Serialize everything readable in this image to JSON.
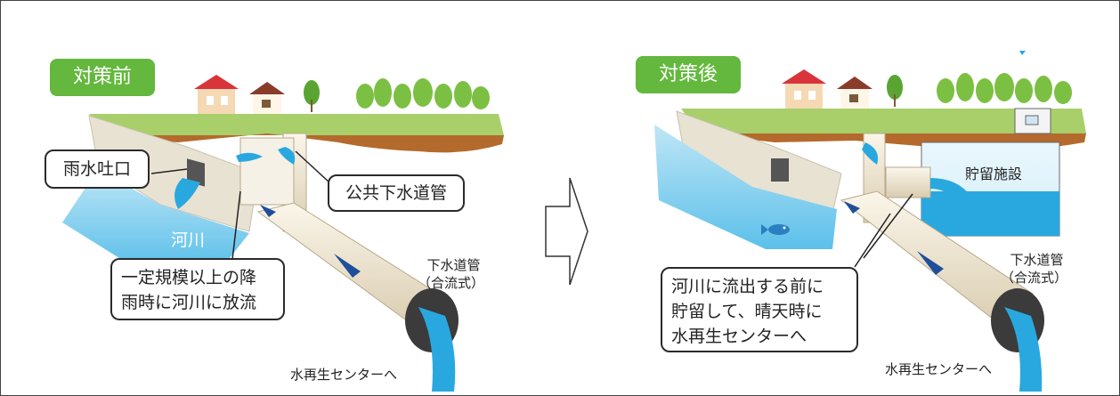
{
  "left": {
    "badge": "対策前",
    "callout_outfall": "雨水吐口",
    "callout_public_sewer": "公共下水道管",
    "river_label": "河川",
    "callout_discharge_line1": "一定規模以上の降",
    "callout_discharge_line2": "雨時に河川に放流",
    "sewer_label_line1": "下水道管",
    "sewer_label_line2": "（合流式）",
    "to_center": "水再生センターへ"
  },
  "right": {
    "badge": "対策後",
    "storage_label": "貯留施設",
    "callout_line1": "河川に流出する前に",
    "callout_line2": "貯留して、晴天時に",
    "callout_line3": "水再生センターへ",
    "sewer_label_line1": "下水道管",
    "sewer_label_line2": "（合流式）",
    "to_center": "水再生センターへ"
  },
  "colors": {
    "badge_green": "#63b83d",
    "ground": "#a8cf6a",
    "soil": "#b46a2c",
    "water": "#29a8e0",
    "pipe": "#efe7d6",
    "arrow_blue": "#1f4e9b"
  },
  "icons": [
    "house-icon",
    "tree-icon",
    "fish-icon",
    "arrow-right-icon"
  ]
}
